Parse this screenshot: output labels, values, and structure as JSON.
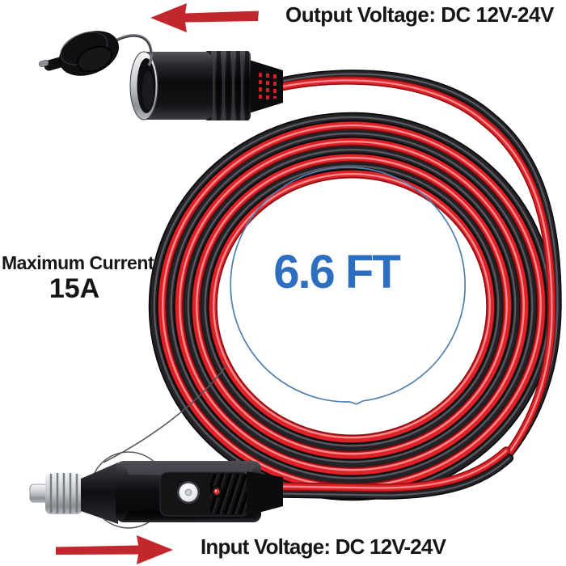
{
  "product_labels": {
    "output_voltage": "Output Voltage: DC 12V-24V",
    "input_voltage": "Input Voltage: DC 12V-24V",
    "max_current_line1": "Maximum Current",
    "max_current_line2": "15A",
    "cable_length": "6.6 FT"
  },
  "colors": {
    "background": "#ffffff",
    "label_text": "#161616",
    "length_text_blue": "#2e6ec0",
    "length_circle_blue": "#4f7fae",
    "arrow_red": "#c1272d",
    "cable_red": "#e02128",
    "cable_black": "#232327"
  }
}
